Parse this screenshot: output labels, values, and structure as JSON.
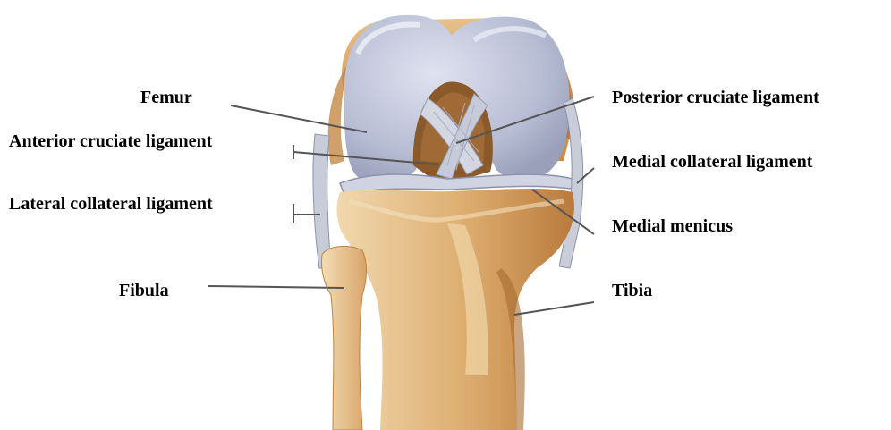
{
  "labels": {
    "femur": "Femur",
    "anterior_cruciate_ligament": "Anterior cruciate ligament",
    "lateral_collateral_ligament": "Lateral collateral ligament",
    "fibula": "Fibula",
    "posterior_cruciate_ligament": "Posterior cruciate ligament",
    "medial_collateral_ligament": "Medial collateral ligament",
    "medial_menicus": "Medial menicus",
    "tibia": "Tibia"
  },
  "colors": {
    "cartilage": "#b9bfd6",
    "cartilage_light": "#d7dbea",
    "bone": "#d9a66a",
    "bone_light": "#efd3a4",
    "bone_dark": "#b9783b",
    "ligament": "#c9ccd8",
    "leader_line": "#555555"
  }
}
